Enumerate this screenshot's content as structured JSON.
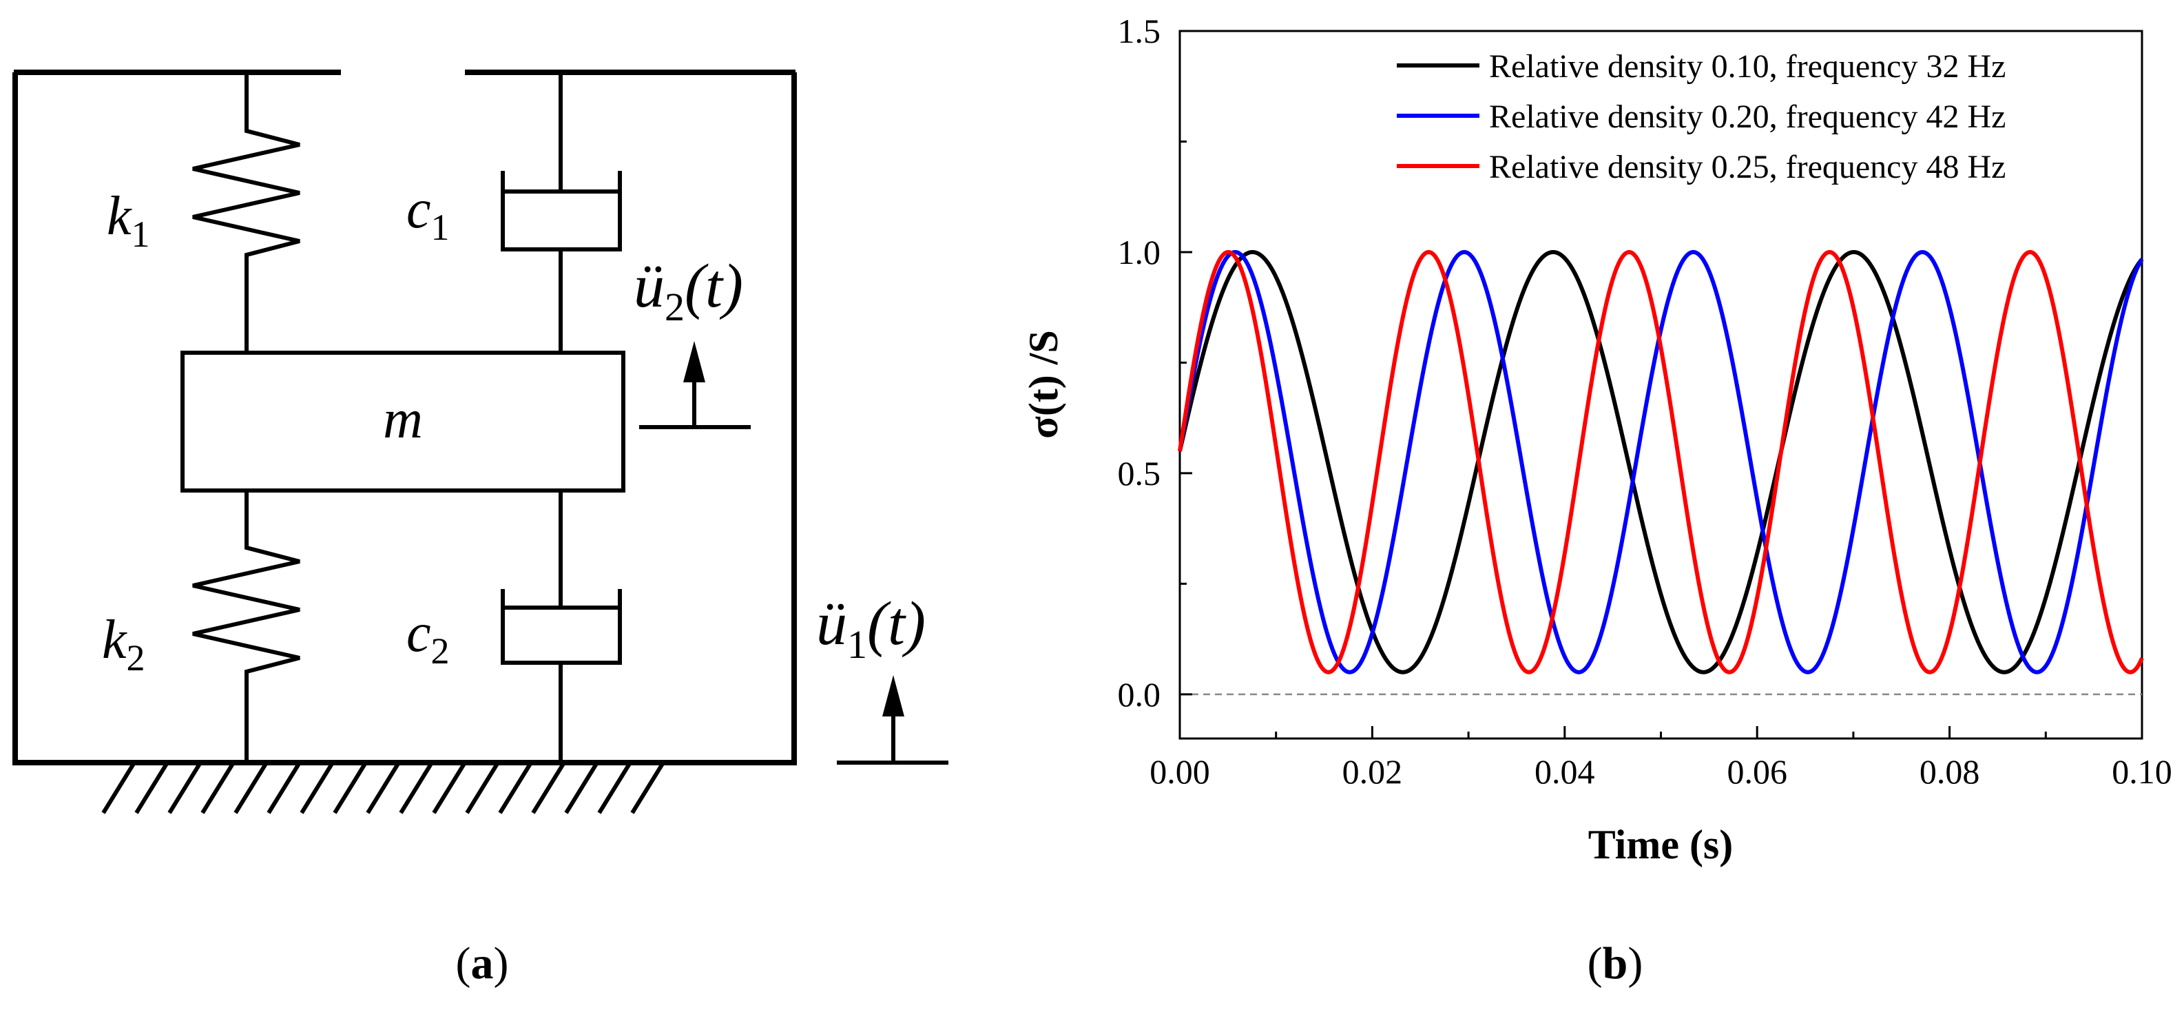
{
  "panel_a": {
    "caption_letter": "a",
    "caption_open": "(",
    "caption_close": ")",
    "labels": {
      "k1_letter": "k",
      "k1_sub": "1",
      "k2_letter": "k",
      "k2_sub": "2",
      "c1_letter": "c",
      "c1_sub": "1",
      "c2_letter": "c",
      "c2_sub": "2",
      "mass": "m",
      "u2_letter": "ü",
      "u2_sub": "2",
      "u2_arg": "(t)",
      "u1_letter": "ü",
      "u1_sub": "1",
      "u1_arg": "(t)"
    }
  },
  "panel_b": {
    "caption_letter": "b",
    "caption_open": "(",
    "caption_close": ")"
  },
  "chart_data": {
    "type": "line",
    "title": "",
    "xlabel": "Time (s)",
    "ylabel": "σ(t) /S",
    "xlim": [
      0.0,
      0.1
    ],
    "ylim": [
      -0.1,
      1.5
    ],
    "xticks": [
      "0.00",
      "0.02",
      "0.04",
      "0.06",
      "0.08",
      "0.10"
    ],
    "yticks": [
      "0.0",
      "0.5",
      "1.0",
      "1.5"
    ],
    "grid": false,
    "reference_line": {
      "y": 0.0,
      "style": "dashed",
      "color": "#888888"
    },
    "legend_position": "top-right",
    "series": [
      {
        "name": "Relative density 0.10, frequency 32 Hz",
        "color": "#000000",
        "frequency_hz": 32,
        "mean": 0.525,
        "amplitude": 0.475,
        "phase_rad": 0.0527
      },
      {
        "name": "Relative density 0.20, frequency 42 Hz",
        "color": "#0000ff",
        "frequency_hz": 42,
        "mean": 0.525,
        "amplitude": 0.475,
        "phase_rad": 0.0527
      },
      {
        "name": "Relative density 0.25, frequency 48 Hz",
        "color": "#ff0000",
        "frequency_hz": 48,
        "mean": 0.525,
        "amplitude": 0.475,
        "phase_rad": 0.0527
      }
    ]
  }
}
